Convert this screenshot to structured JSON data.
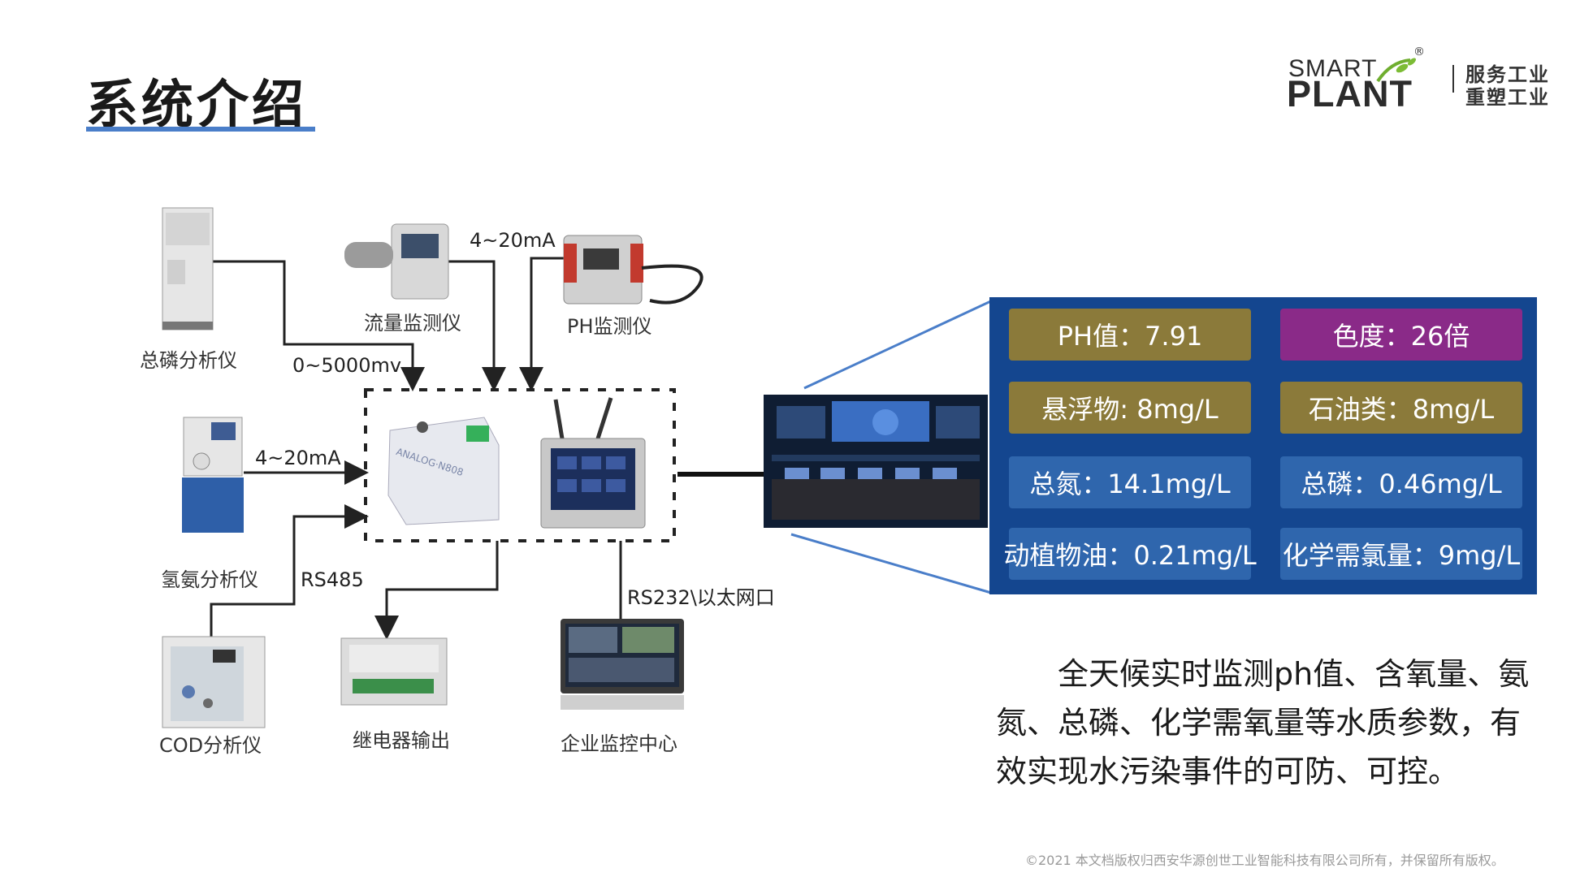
{
  "title": "系统介绍",
  "logo": {
    "smart": "SMART",
    "plant": "PLANT",
    "registered": "®",
    "slogan_line1": "服务工业",
    "slogan_line2": "重塑工业"
  },
  "devices": {
    "phosphorus_analyzer": "总磷分析仪",
    "flow_monitor": "流量监测仪",
    "ph_monitor": "PH监测仪",
    "ammonia_analyzer": "氢氨分析仪",
    "cod_analyzer": "COD分析仪",
    "relay_output": "继电器输出",
    "monitoring_center": "企业监控中心",
    "gateway_brand": "ANALOG·N808"
  },
  "signals": {
    "flow_ph_signal": "4~20mA",
    "phosphorus_signal": "0~5000mv",
    "ammonia_signal": "4~20mA",
    "cod_signal": "RS485",
    "center_link": "RS232\\以太网口"
  },
  "metrics": [
    {
      "label": "PH值：7.91",
      "color": "gold"
    },
    {
      "label": "色度：26倍",
      "color": "purple"
    },
    {
      "label": "悬浮物: 8mg/L",
      "color": "gold"
    },
    {
      "label": "石油类：8mg/L",
      "color": "gold"
    },
    {
      "label": "总氮：14.1mg/L",
      "color": "blue"
    },
    {
      "label": "总磷：0.46mg/L",
      "color": "blue"
    },
    {
      "label": "动植物油：0.21mg/L",
      "color": "blue"
    },
    {
      "label": "化学需氯量：9mg/L",
      "color": "blue"
    }
  ],
  "description": {
    "line1": "全天候实时监测ph值、含氧量、氨",
    "line2": "氮、总磷、化学需氧量等水质参数，有",
    "line3": "效实现水污染事件的可防、可控。"
  },
  "footer": "©2021 本文档版权归西安华源创世工业智能科技有限公司所有，并保留所有版权。",
  "colors": {
    "accent_blue": "#4a7ec9",
    "panel_blue": "#14468f",
    "metric_gold": "#8b7a3a",
    "metric_purple": "#8a2a88",
    "metric_blue": "#2f66ad"
  }
}
